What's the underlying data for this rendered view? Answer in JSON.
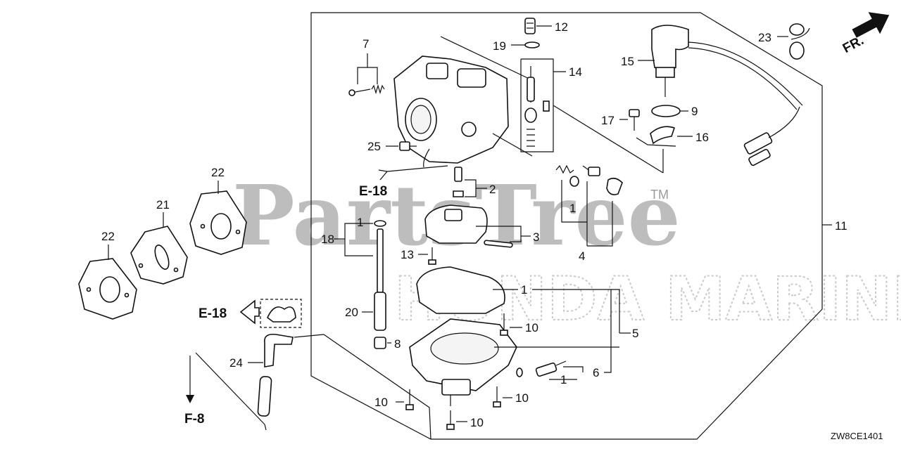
{
  "watermark": {
    "brand": "PartsTree",
    "trademark": "TM",
    "shadow": "HONDA MARINE"
  },
  "drawing_code": "ZW8CE1401",
  "direction_label": "FR.",
  "refs": {
    "e18_top": "E-18",
    "e18_left": "E-18",
    "f8": "F-8"
  },
  "callouts": {
    "c1": "1",
    "c2": "2",
    "c3": "3",
    "c4": "4",
    "c5": "5",
    "c6": "6",
    "c7": "7",
    "c8": "8",
    "c9": "9",
    "c10": "10",
    "c11": "11",
    "c12": "12",
    "c13": "13",
    "c14": "14",
    "c15": "15",
    "c16": "16",
    "c17": "17",
    "c18": "18",
    "c19": "19",
    "c20": "20",
    "c21": "21",
    "c22": "22",
    "c23": "23",
    "c24": "24",
    "c25": "25"
  }
}
